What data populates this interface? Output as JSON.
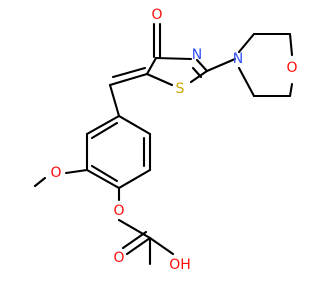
{
  "molecule": {
    "atoms": {
      "ketone_oxygen": {
        "text": "O",
        "color": "#ff0d0d"
      },
      "thiazole_nitrogen": {
        "text": "N",
        "color": "#3050f8"
      },
      "sulfur": {
        "text": "S",
        "color": "#c8a800"
      },
      "morpholine_nitrogen": {
        "text": "N",
        "color": "#3050f8"
      },
      "morpholine_oxygen": {
        "text": "O",
        "color": "#ff0d0d"
      },
      "methoxy_oxygen": {
        "text": "O",
        "color": "#ff0d0d"
      },
      "ether_oxygen": {
        "text": "O",
        "color": "#ff0d0d"
      },
      "carbonyl_oxygen": {
        "text": "O",
        "color": "#ff0d0d"
      },
      "hydroxyl": {
        "text": "OH",
        "color": "#ff0d0d"
      }
    },
    "bond_color": "#000000"
  }
}
